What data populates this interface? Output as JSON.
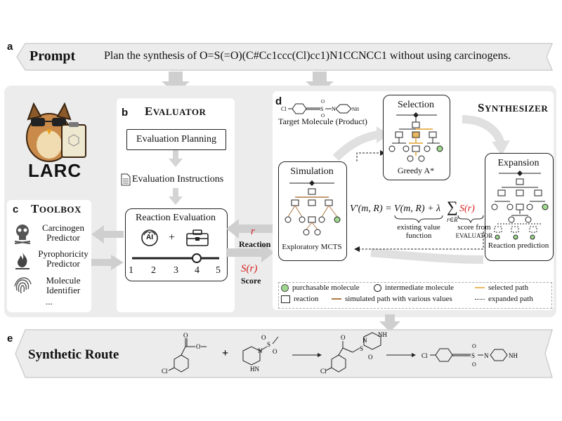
{
  "panels": {
    "a": "a",
    "b": "b",
    "c": "c",
    "d": "d",
    "e": "e"
  },
  "prompt": {
    "label": "Prompt",
    "text": "Plan the synthesis of O=S(=O)(C#Cc1ccc(Cl)cc1)N1CCNCC1 without using carcinogens."
  },
  "logo": {
    "text": "LARC"
  },
  "evaluator": {
    "title_first": "E",
    "title_rest": "VALUATOR",
    "planning": "Evaluation Planning",
    "instructions": "Evaluation Instructions",
    "reaction_eval": "Reaction Evaluation",
    "ai_label": "AI",
    "plus": "+",
    "scale": [
      "1",
      "2",
      "3",
      "4",
      "5"
    ],
    "scale_selected": 4
  },
  "toolbox": {
    "title_first": "T",
    "title_rest": "OOLBOX",
    "items": [
      {
        "icon": "skull-icon",
        "label_line1": "Carcinogen",
        "label_line2": "Predictor"
      },
      {
        "icon": "fire-icon",
        "label_line1": "Pyrophoricity",
        "label_line2": "Predictor"
      },
      {
        "icon": "fingerprint-icon",
        "label_line1": "Molecule",
        "label_line2": "Identifier"
      }
    ],
    "more": "..."
  },
  "arrows": {
    "r_label": "r",
    "reaction_label": "Reaction",
    "score_symbol": "S(r)",
    "score_label": "Score"
  },
  "synthesizer": {
    "title_first": "S",
    "title_rest": "YNTHESIZER",
    "target_caption": "Target Molecule (Product)",
    "selection_title": "Selection",
    "selection_caption": "Greedy A*",
    "expansion_title": "Expansion",
    "expansion_caption": "Reaction prediction",
    "simulation_title": "Simulation",
    "simulation_caption": "Exploratory MCTS",
    "formula_main": "V′(m, R) = V(m, R) + λ",
    "formula_sum": "∑",
    "formula_sub": "r∈R",
    "formula_score": "S(r)",
    "brace1_line1": "existing value",
    "brace1_line2": "function",
    "brace2_line1": "score from",
    "brace2_line2": "EVALUATOR"
  },
  "legend": {
    "purchasable": "purchasable molecule",
    "intermediate": "intermediate molecule",
    "selected": "selected path",
    "reaction": "reaction",
    "simulated": "simulated path with various values",
    "expanded": "expanded path"
  },
  "route": {
    "label": "Synthetic Route",
    "plus": "+"
  },
  "colors": {
    "green": "#9fd98f",
    "orange_selected": "#e8b860",
    "brown_simulated": "#b07a48",
    "red_score": "#d42020",
    "panel_gray": "#ececec",
    "arrow_gray": "#cfcfcf"
  }
}
